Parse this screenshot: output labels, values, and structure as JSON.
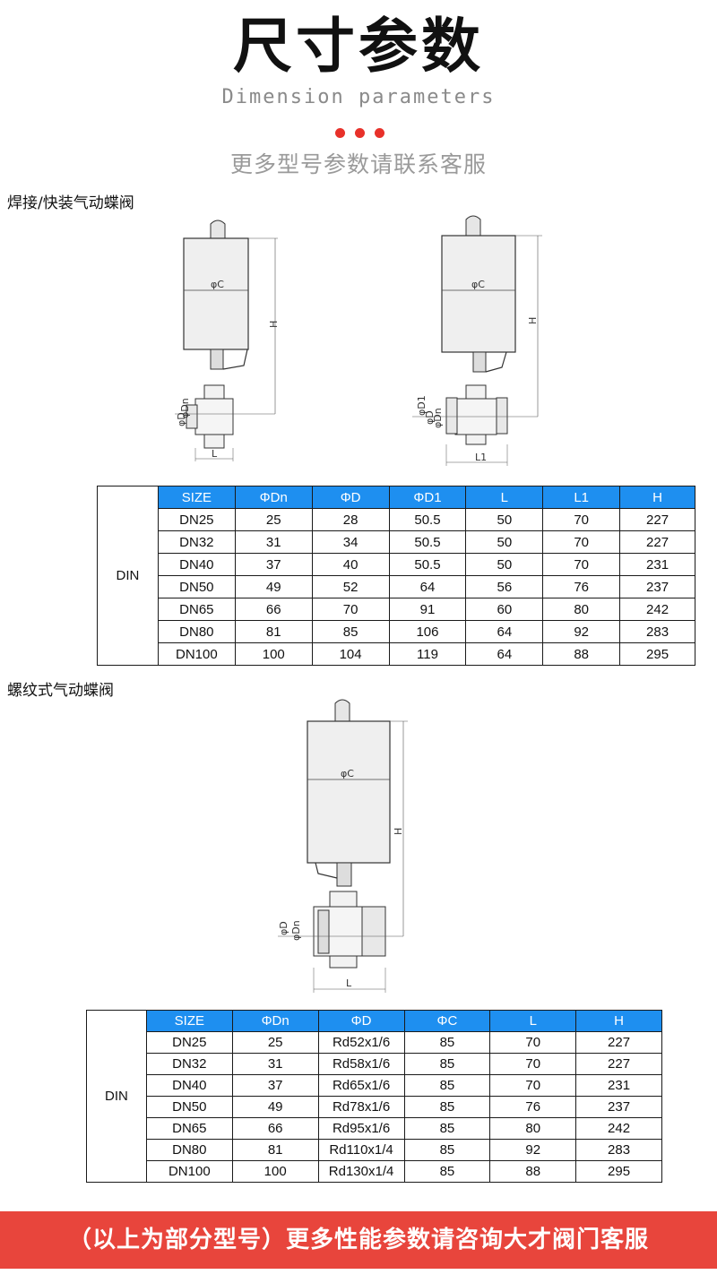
{
  "header": {
    "title": "尺寸参数",
    "title_en": "Dimension parameters",
    "subtitle": "更多型号参数请联系客服",
    "dot_color": "#e8312a"
  },
  "section1": {
    "title": "焊接/快装气动蝶阀",
    "drawing_left_labels": {
      "c": "φC",
      "h": "H",
      "dn": "φDn",
      "d": "φD",
      "l": "L"
    },
    "drawing_right_labels": {
      "c": "φC",
      "h": "H",
      "d1": "φD1",
      "d": "φD",
      "dn": "φDn",
      "l1": "L1"
    },
    "table": {
      "standard": "DIN",
      "header_color": "#1e8ff0",
      "headers": [
        "SIZE",
        "ΦDn",
        "ΦD",
        "ΦD1",
        "L",
        "L1",
        "H"
      ],
      "rows": [
        [
          "DN25",
          "25",
          "28",
          "50.5",
          "50",
          "70",
          "227"
        ],
        [
          "DN32",
          "31",
          "34",
          "50.5",
          "50",
          "70",
          "227"
        ],
        [
          "DN40",
          "37",
          "40",
          "50.5",
          "50",
          "70",
          "231"
        ],
        [
          "DN50",
          "49",
          "52",
          "64",
          "56",
          "76",
          "237"
        ],
        [
          "DN65",
          "66",
          "70",
          "91",
          "60",
          "80",
          "242"
        ],
        [
          "DN80",
          "81",
          "85",
          "106",
          "64",
          "92",
          "283"
        ],
        [
          "DN100",
          "100",
          "104",
          "119",
          "64",
          "88",
          "295"
        ]
      ]
    }
  },
  "section2": {
    "title": "螺纹式气动蝶阀",
    "drawing_labels": {
      "c": "φC",
      "h": "H",
      "d": "φD",
      "dn": "φDn",
      "l": "L"
    },
    "table": {
      "standard": "DIN",
      "header_color": "#1e8ff0",
      "headers": [
        "SIZE",
        "ΦDn",
        "ΦD",
        "ΦC",
        "L",
        "H"
      ],
      "rows": [
        [
          "DN25",
          "25",
          "Rd52x1/6",
          "85",
          "70",
          "227"
        ],
        [
          "DN32",
          "31",
          "Rd58x1/6",
          "85",
          "70",
          "227"
        ],
        [
          "DN40",
          "37",
          "Rd65x1/6",
          "85",
          "70",
          "231"
        ],
        [
          "DN50",
          "49",
          "Rd78x1/6",
          "85",
          "76",
          "237"
        ],
        [
          "DN65",
          "66",
          "Rd95x1/6",
          "85",
          "80",
          "242"
        ],
        [
          "DN80",
          "81",
          "Rd110x1/4",
          "85",
          "92",
          "283"
        ],
        [
          "DN100",
          "100",
          "Rd130x1/4",
          "85",
          "88",
          "295"
        ]
      ]
    }
  },
  "footer": {
    "banner_text": "（以上为部分型号）更多性能参数请咨询大才阀门客服",
    "banner_color": "#e8453c"
  }
}
